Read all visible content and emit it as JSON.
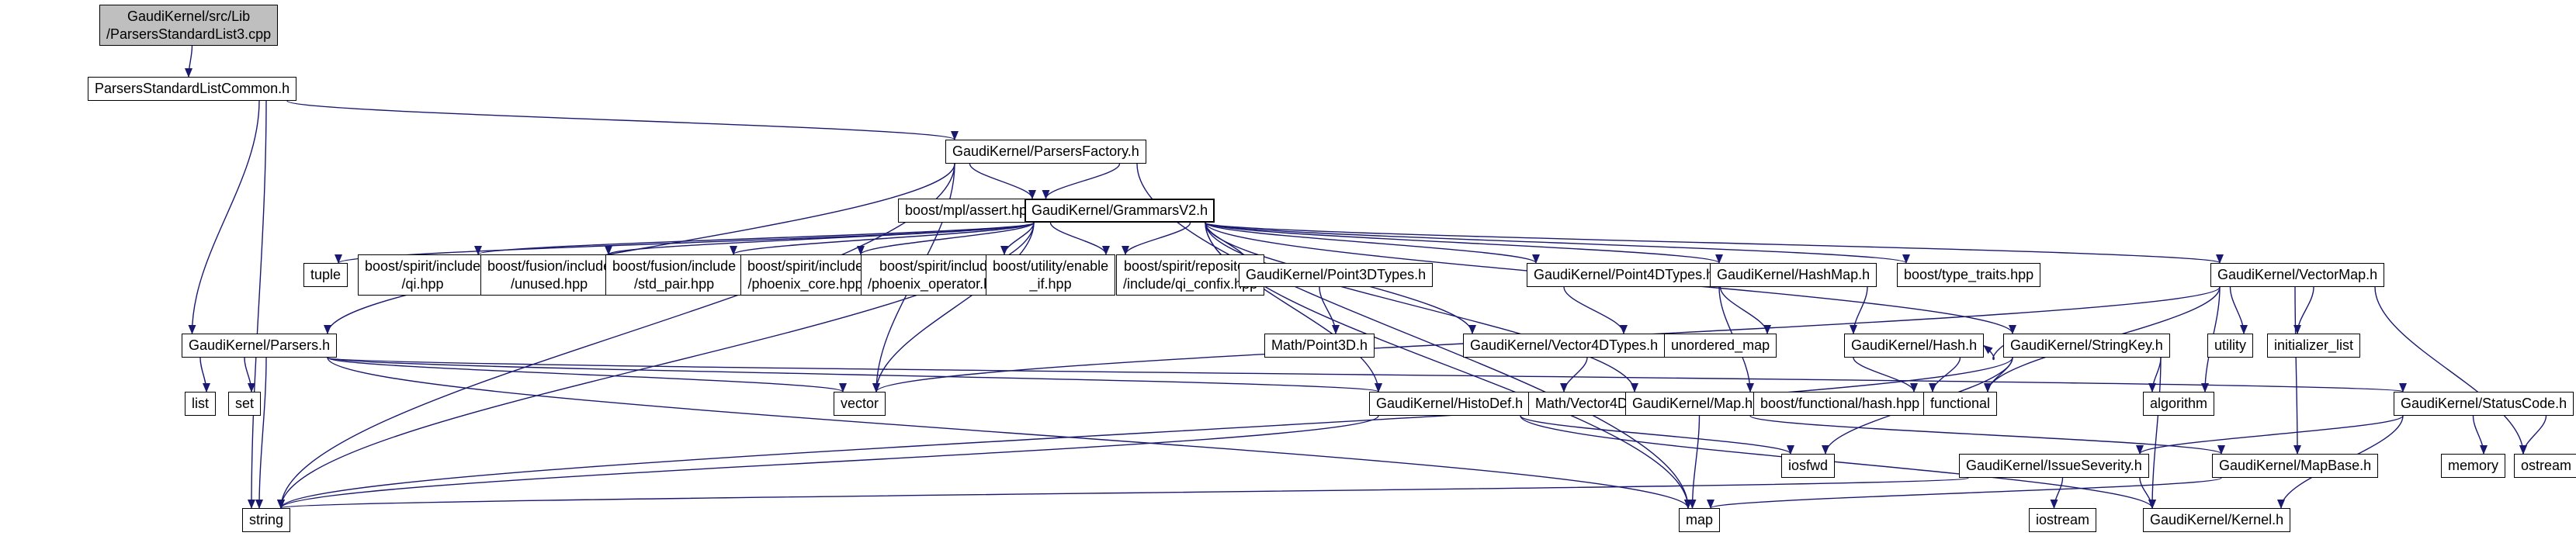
{
  "diagram": {
    "type": "include-dependency-graph",
    "colors": {
      "node_bg": "#ffffff",
      "node_border": "#000000",
      "current_node_bg": "#bfbfbf",
      "edge": "#191970"
    },
    "nodes": [
      {
        "id": "cpp",
        "label": "GaudiKernel/src/Lib\n/ParsersStandardList3.cpp",
        "role": "current"
      },
      {
        "id": "common",
        "label": "ParsersStandardListCommon.h"
      },
      {
        "id": "factory",
        "label": "GaudiKernel/ParsersFactory.h"
      },
      {
        "id": "assert",
        "label": "boost/mpl/assert.hpp"
      },
      {
        "id": "grammars",
        "label": "GaudiKernel/GrammarsV2.h",
        "role": "emphasis"
      },
      {
        "id": "tuple",
        "label": "tuple"
      },
      {
        "id": "qi",
        "label": "boost/spirit/include\n/qi.hpp"
      },
      {
        "id": "unused",
        "label": "boost/fusion/include\n/unused.hpp"
      },
      {
        "id": "std_pair",
        "label": "boost/fusion/include\n/std_pair.hpp"
      },
      {
        "id": "phoenix_core",
        "label": "boost/spirit/include\n/phoenix_core.hpp"
      },
      {
        "id": "phoenix_operator",
        "label": "boost/spirit/include\n/phoenix_operator.hpp"
      },
      {
        "id": "enable_if",
        "label": "boost/utility/enable\n_if.hpp"
      },
      {
        "id": "qi_confix",
        "label": "boost/spirit/repository\n/include/qi_confix.hpp"
      },
      {
        "id": "point3dtypes",
        "label": "GaudiKernel/Point3DTypes.h"
      },
      {
        "id": "point4dtypes",
        "label": "GaudiKernel/Point4DTypes.h"
      },
      {
        "id": "hashmap",
        "label": "GaudiKernel/HashMap.h"
      },
      {
        "id": "type_traits",
        "label": "boost/type_traits.hpp"
      },
      {
        "id": "vectormap",
        "label": "GaudiKernel/VectorMap.h"
      },
      {
        "id": "parsers",
        "label": "GaudiKernel/Parsers.h"
      },
      {
        "id": "math_point3d",
        "label": "Math/Point3D.h"
      },
      {
        "id": "vector4dtypes",
        "label": "GaudiKernel/Vector4DTypes.h"
      },
      {
        "id": "unordered_map",
        "label": "unordered_map"
      },
      {
        "id": "hash",
        "label": "GaudiKernel/Hash.h"
      },
      {
        "id": "stringkey",
        "label": "GaudiKernel/StringKey.h"
      },
      {
        "id": "utility",
        "label": "utility"
      },
      {
        "id": "initializer_list",
        "label": "initializer_list"
      },
      {
        "id": "list",
        "label": "list"
      },
      {
        "id": "set",
        "label": "set"
      },
      {
        "id": "vector",
        "label": "vector"
      },
      {
        "id": "histodef",
        "label": "GaudiKernel/HistoDef.h"
      },
      {
        "id": "math_vector4d",
        "label": "Math/Vector4D.h"
      },
      {
        "id": "map_h",
        "label": "GaudiKernel/Map.h"
      },
      {
        "id": "boost_hash",
        "label": "boost/functional/hash.hpp"
      },
      {
        "id": "functional",
        "label": "functional"
      },
      {
        "id": "algorithm",
        "label": "algorithm"
      },
      {
        "id": "statuscode",
        "label": "GaudiKernel/StatusCode.h"
      },
      {
        "id": "iosfwd",
        "label": "iosfwd"
      },
      {
        "id": "issueseverity",
        "label": "GaudiKernel/IssueSeverity.h"
      },
      {
        "id": "mapbase",
        "label": "GaudiKernel/MapBase.h"
      },
      {
        "id": "memory",
        "label": "memory"
      },
      {
        "id": "ostream",
        "label": "ostream"
      },
      {
        "id": "string",
        "label": "string"
      },
      {
        "id": "map",
        "label": "map"
      },
      {
        "id": "iostream",
        "label": "iostream"
      },
      {
        "id": "kernel",
        "label": "GaudiKernel/Kernel.h"
      }
    ],
    "edges": [
      {
        "from": "cpp",
        "to": "common"
      },
      {
        "from": "common",
        "to": "factory"
      },
      {
        "from": "common",
        "to": "parsers"
      },
      {
        "from": "common",
        "to": "string"
      },
      {
        "from": "factory",
        "to": "assert"
      },
      {
        "from": "factory",
        "to": "grammars"
      },
      {
        "from": "factory",
        "to": "parsers"
      },
      {
        "from": "factory",
        "to": "string"
      },
      {
        "from": "factory",
        "to": "vector"
      },
      {
        "from": "factory",
        "to": "map"
      },
      {
        "from": "grammars",
        "to": "tuple"
      },
      {
        "from": "grammars",
        "to": "qi"
      },
      {
        "from": "grammars",
        "to": "unused"
      },
      {
        "from": "grammars",
        "to": "std_pair"
      },
      {
        "from": "grammars",
        "to": "phoenix_core"
      },
      {
        "from": "grammars",
        "to": "phoenix_operator"
      },
      {
        "from": "grammars",
        "to": "enable_if"
      },
      {
        "from": "grammars",
        "to": "qi_confix"
      },
      {
        "from": "grammars",
        "to": "point3dtypes"
      },
      {
        "from": "grammars",
        "to": "point4dtypes"
      },
      {
        "from": "grammars",
        "to": "hashmap"
      },
      {
        "from": "grammars",
        "to": "type_traits"
      },
      {
        "from": "grammars",
        "to": "vectormap"
      },
      {
        "from": "grammars",
        "to": "stringkey"
      },
      {
        "from": "grammars",
        "to": "vector4dtypes"
      },
      {
        "from": "grammars",
        "to": "map_h"
      },
      {
        "from": "grammars",
        "to": "histodef"
      },
      {
        "from": "grammars",
        "to": "string"
      },
      {
        "from": "grammars",
        "to": "vector"
      },
      {
        "from": "grammars",
        "to": "map"
      },
      {
        "from": "parsers",
        "to": "list"
      },
      {
        "from": "parsers",
        "to": "set"
      },
      {
        "from": "parsers",
        "to": "string"
      },
      {
        "from": "parsers",
        "to": "vector"
      },
      {
        "from": "parsers",
        "to": "map"
      },
      {
        "from": "parsers",
        "to": "statuscode"
      },
      {
        "from": "parsers",
        "to": "histodef"
      },
      {
        "from": "point3dtypes",
        "to": "math_point3d"
      },
      {
        "from": "point4dtypes",
        "to": "vector4dtypes"
      },
      {
        "from": "vector4dtypes",
        "to": "math_vector4d"
      },
      {
        "from": "hashmap",
        "to": "unordered_map"
      },
      {
        "from": "hashmap",
        "to": "hash"
      },
      {
        "from": "hashmap",
        "to": "map_h"
      },
      {
        "from": "hash",
        "to": "boost_hash"
      },
      {
        "from": "hash",
        "to": "functional"
      },
      {
        "from": "map_h",
        "to": "map"
      },
      {
        "from": "map_h",
        "to": "mapbase"
      },
      {
        "from": "vectormap",
        "to": "utility"
      },
      {
        "from": "vectormap",
        "to": "initializer_list"
      },
      {
        "from": "vectormap",
        "to": "algorithm"
      },
      {
        "from": "vectormap",
        "to": "functional"
      },
      {
        "from": "vectormap",
        "to": "ostream"
      },
      {
        "from": "vectormap",
        "to": "vector"
      },
      {
        "from": "vectormap",
        "to": "mapbase"
      },
      {
        "from": "stringkey",
        "to": "string"
      },
      {
        "from": "stringkey",
        "to": "functional"
      },
      {
        "from": "stringkey",
        "to": "algorithm"
      },
      {
        "from": "stringkey",
        "to": "hash"
      },
      {
        "from": "stringkey",
        "to": "kernel"
      },
      {
        "from": "stringkey",
        "to": "iosfwd"
      },
      {
        "from": "histodef",
        "to": "string"
      },
      {
        "from": "histodef",
        "to": "iosfwd"
      },
      {
        "from": "histodef",
        "to": "kernel"
      },
      {
        "from": "statuscode",
        "to": "kernel"
      },
      {
        "from": "statuscode",
        "to": "issueseverity"
      },
      {
        "from": "statuscode",
        "to": "ostream"
      },
      {
        "from": "statuscode",
        "to": "memory"
      },
      {
        "from": "issueseverity",
        "to": "string"
      },
      {
        "from": "issueseverity",
        "to": "iostream"
      },
      {
        "from": "issueseverity",
        "to": "kernel"
      },
      {
        "from": "mapbase",
        "to": "map"
      }
    ]
  }
}
